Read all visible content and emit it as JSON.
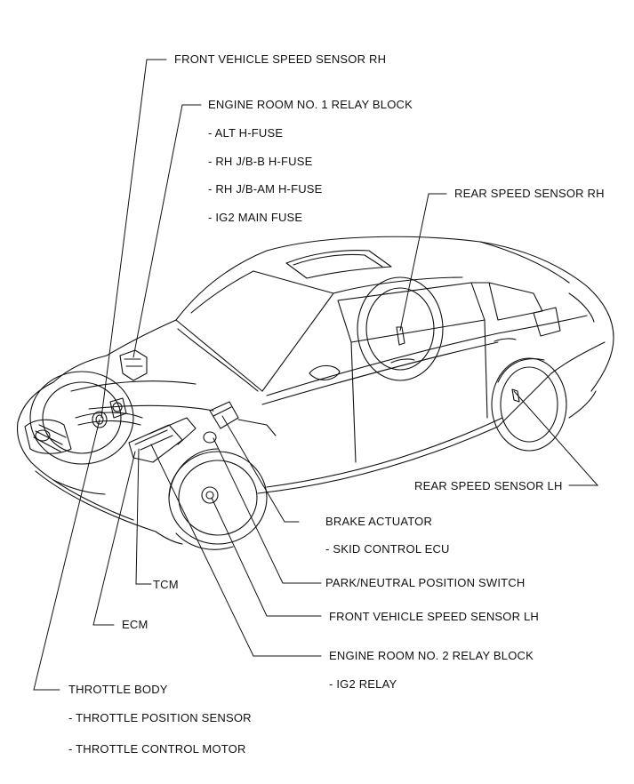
{
  "labels": {
    "front_speed_rh": "FRONT VEHICLE SPEED SENSOR RH",
    "relay_block_1": "ENGINE ROOM NO. 1 RELAY BLOCK",
    "alt_fuse": "- ALT H-FUSE",
    "rh_jb_b_fuse": "- RH J/B-B H-FUSE",
    "rh_jb_am_fuse": "- RH J/B-AM H-FUSE",
    "ig2_main_fuse": "- IG2 MAIN FUSE",
    "rear_speed_rh": "REAR SPEED SENSOR RH",
    "rear_speed_lh": "REAR SPEED SENSOR LH",
    "brake_actuator": "BRAKE ACTUATOR",
    "skid_control_ecu": "- SKID CONTROL ECU",
    "park_neutral_switch": "PARK/NEUTRAL POSITION SWITCH",
    "tcm": "TCM",
    "front_speed_lh": "FRONT VEHICLE SPEED SENSOR LH",
    "ecm": "ECM",
    "relay_block_2": "ENGINE ROOM NO. 2 RELAY BLOCK",
    "ig2_relay": "- IG2 RELAY",
    "throttle_body": "THROTTLE BODY",
    "throttle_position_sensor": "- THROTTLE POSITION SENSOR",
    "throttle_control_motor": "- THROTTLE CONTROL MOTOR"
  },
  "colors": {
    "ink": "#111111",
    "background": "#ffffff"
  }
}
